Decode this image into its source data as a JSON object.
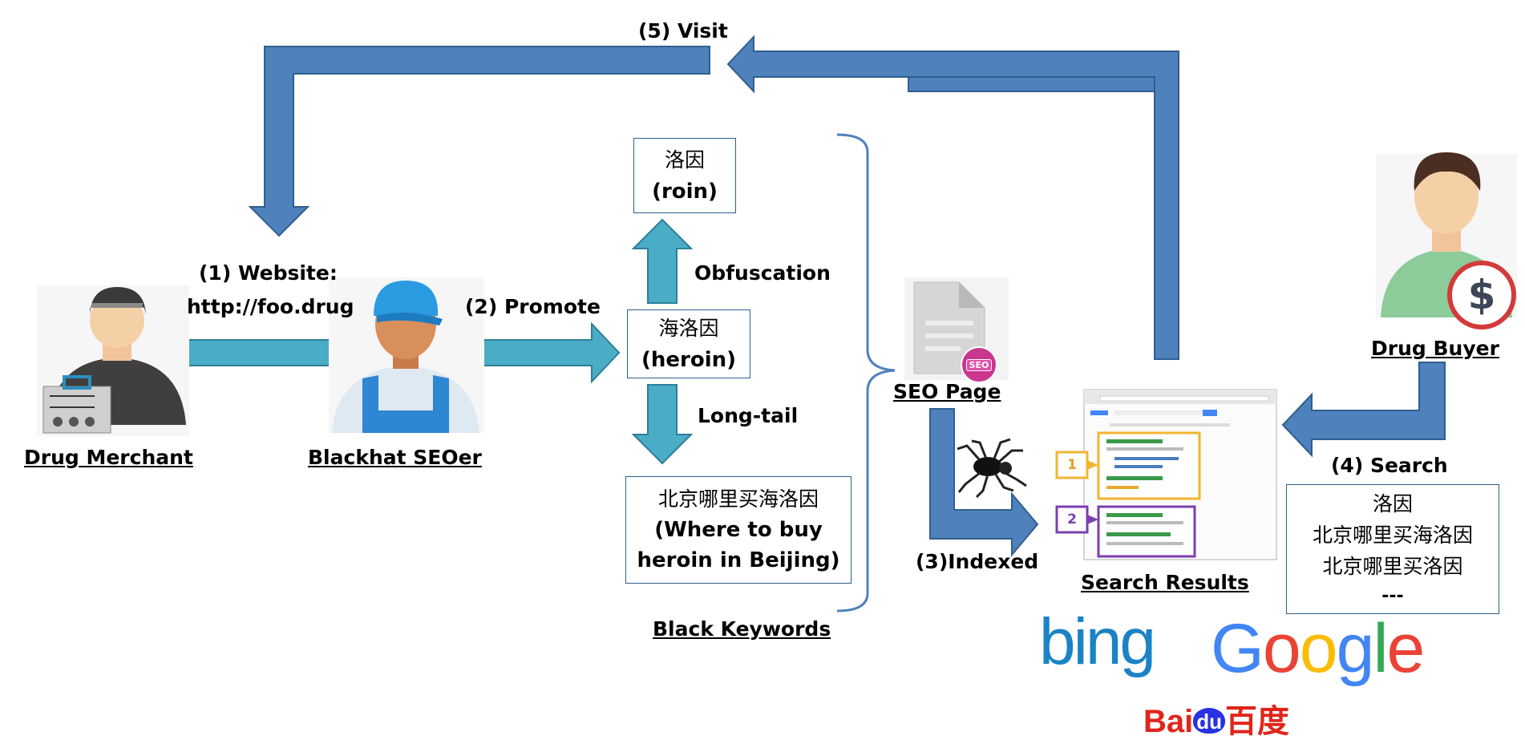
{
  "steps": {
    "visit": "(5) Visit",
    "website_line1": "(1) Website:",
    "website_line2": "http://foo.drug",
    "promote": "(2) Promote",
    "indexed": "(3)Indexed",
    "search": "(4) Search",
    "obfuscation": "Obfuscation",
    "long_tail": "Long-tail"
  },
  "actors": {
    "drug_merchant": "Drug Merchant",
    "blackhat_seoer": "Blackhat SEOer",
    "seo_page": "SEO Page",
    "search_results": "Search Results",
    "drug_buyer": "Drug Buyer",
    "black_keywords": "Black Keywords"
  },
  "keywords": {
    "roin_cn": "洛因",
    "roin_en": "(roin)",
    "heroin_cn": "海洛因",
    "heroin_en": "(heroin)",
    "beijing_cn": "北京哪里买海洛因",
    "beijing_en_1": "(Where to buy",
    "beijing_en_2": "heroin in Beijing)"
  },
  "search_queries": [
    "洛因",
    "北京哪里买海洛因",
    "北京哪里买洛因",
    "---"
  ],
  "result_tags": [
    "1",
    "2"
  ],
  "badges": {
    "seo": "SEO",
    "dollar": "$"
  },
  "engines": {
    "bing": "bing",
    "google_letters": [
      "G",
      "o",
      "o",
      "g",
      "l",
      "e"
    ],
    "baidu_bai": "Bai",
    "baidu_du": "du",
    "baidu_cn": "百度"
  },
  "colors": {
    "blue_arrow": "#4f81bd",
    "blue_arrow_edge": "#2f5f8e",
    "teal_arrow": "#4bacc6",
    "teal_arrow_edge": "#2c7f98",
    "box_border": "#2e5f8a",
    "bing": "#1a83c5",
    "google_blue": "#4285f4",
    "google_red": "#ea4335",
    "google_yellow": "#fbbc05",
    "google_green": "#34a853",
    "baidu_red": "#e1251b",
    "baidu_blue": "#2932e1"
  }
}
